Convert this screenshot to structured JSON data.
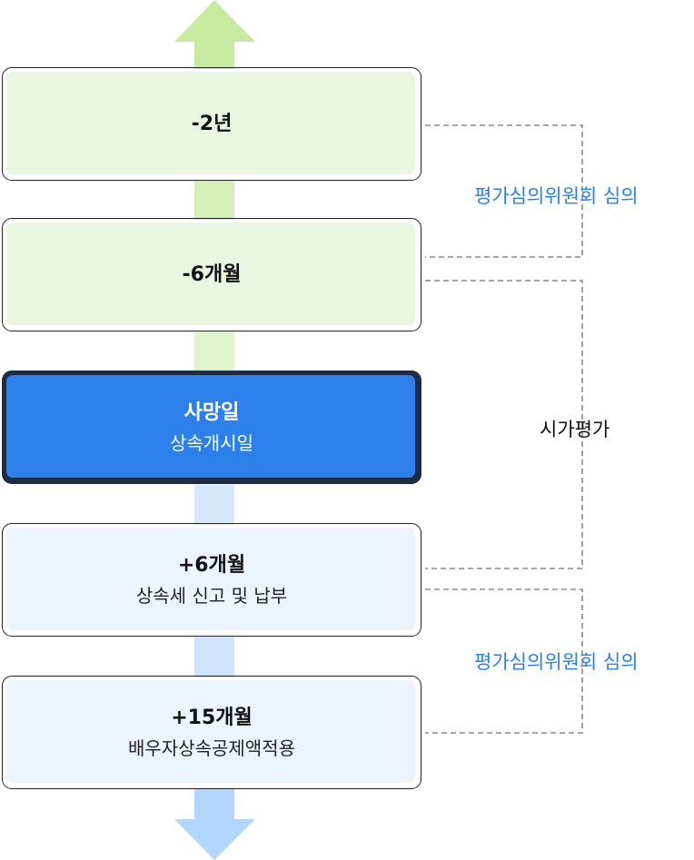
{
  "colors": {
    "green_arrow": "#c7eaa0",
    "green_shaft": "#d4f0b6",
    "blue_arrow": "#b3d6ff",
    "blue_shaft": "#cfe3ff",
    "green_fill": "#ebf6e1",
    "blue_fill": "#ebf4ff",
    "primary_fill": "#2d80ea",
    "accent_text": "#2b80e6",
    "dashed_line": "#8a8a8a"
  },
  "boxes": [
    {
      "main": "-2년",
      "sub": ""
    },
    {
      "main": "-6개월",
      "sub": ""
    },
    {
      "main": "사망일",
      "sub": "상속개시일"
    },
    {
      "main": "+6개월",
      "sub": "상속세 신고 및 납부"
    },
    {
      "main": "+15개월",
      "sub": "배우자상속공제액적용"
    }
  ],
  "brackets": {
    "upper": "평가심의위원회 심의",
    "middle": "시가평가",
    "lower": "평가심의위원회 심의"
  }
}
